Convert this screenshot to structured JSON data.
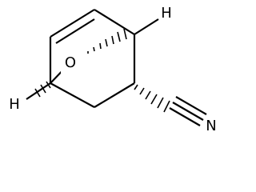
{
  "molecule": {
    "atoms": {
      "oxygen": "O",
      "h_top": "H",
      "h_left": "H",
      "nitrogen": "N"
    }
  }
}
